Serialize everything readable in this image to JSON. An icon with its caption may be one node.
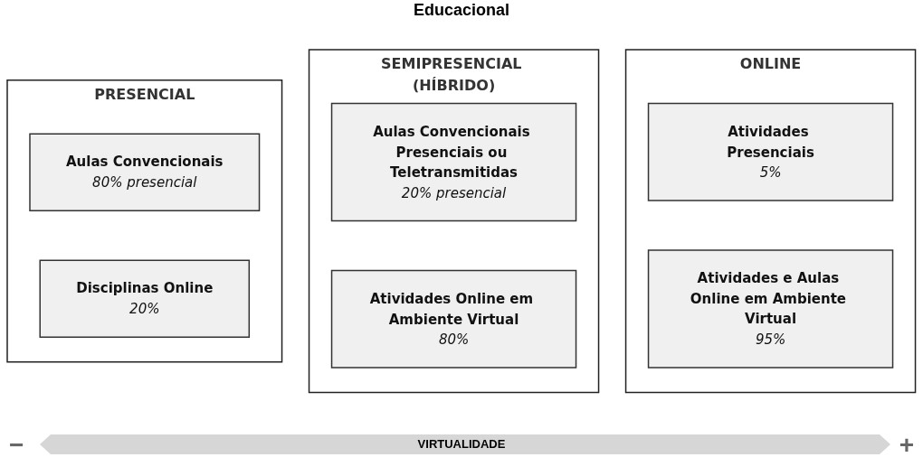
{
  "diagram": {
    "title": "Educacional",
    "nodes": [
      {
        "text": [
          "PRESENCIAL"
        ]
      },
      {
        "text": [
          "Aulas Convencionais",
          "80% presencial"
        ],
        "in": 0
      },
      {
        "text": [
          "Disciplinas Online",
          "20%"
        ],
        "in": 0
      },
      {
        "text": [
          "SEMIPRESENCIAL (HÍBRIDO)"
        ]
      },
      {
        "text": [
          "Aulas Convencionais Presenciais ou Teletransmitidas",
          "20% presencial"
        ],
        "in": 3
      },
      {
        "text": [
          "Atividades Online em Ambiente Virtual",
          "80%"
        ],
        "in": 3
      },
      {
        "text": [
          "ONLINE"
        ]
      },
      {
        "text": [
          "Atividades Presenciais",
          "5%"
        ],
        "in": 6
      },
      {
        "text": [
          "Atividades e Aulas Online em Ambiente Virtual",
          "95%"
        ],
        "in": 6
      }
    ],
    "labels": [
      "−",
      "VIRTUALIDADE",
      "+"
    ]
  }
}
